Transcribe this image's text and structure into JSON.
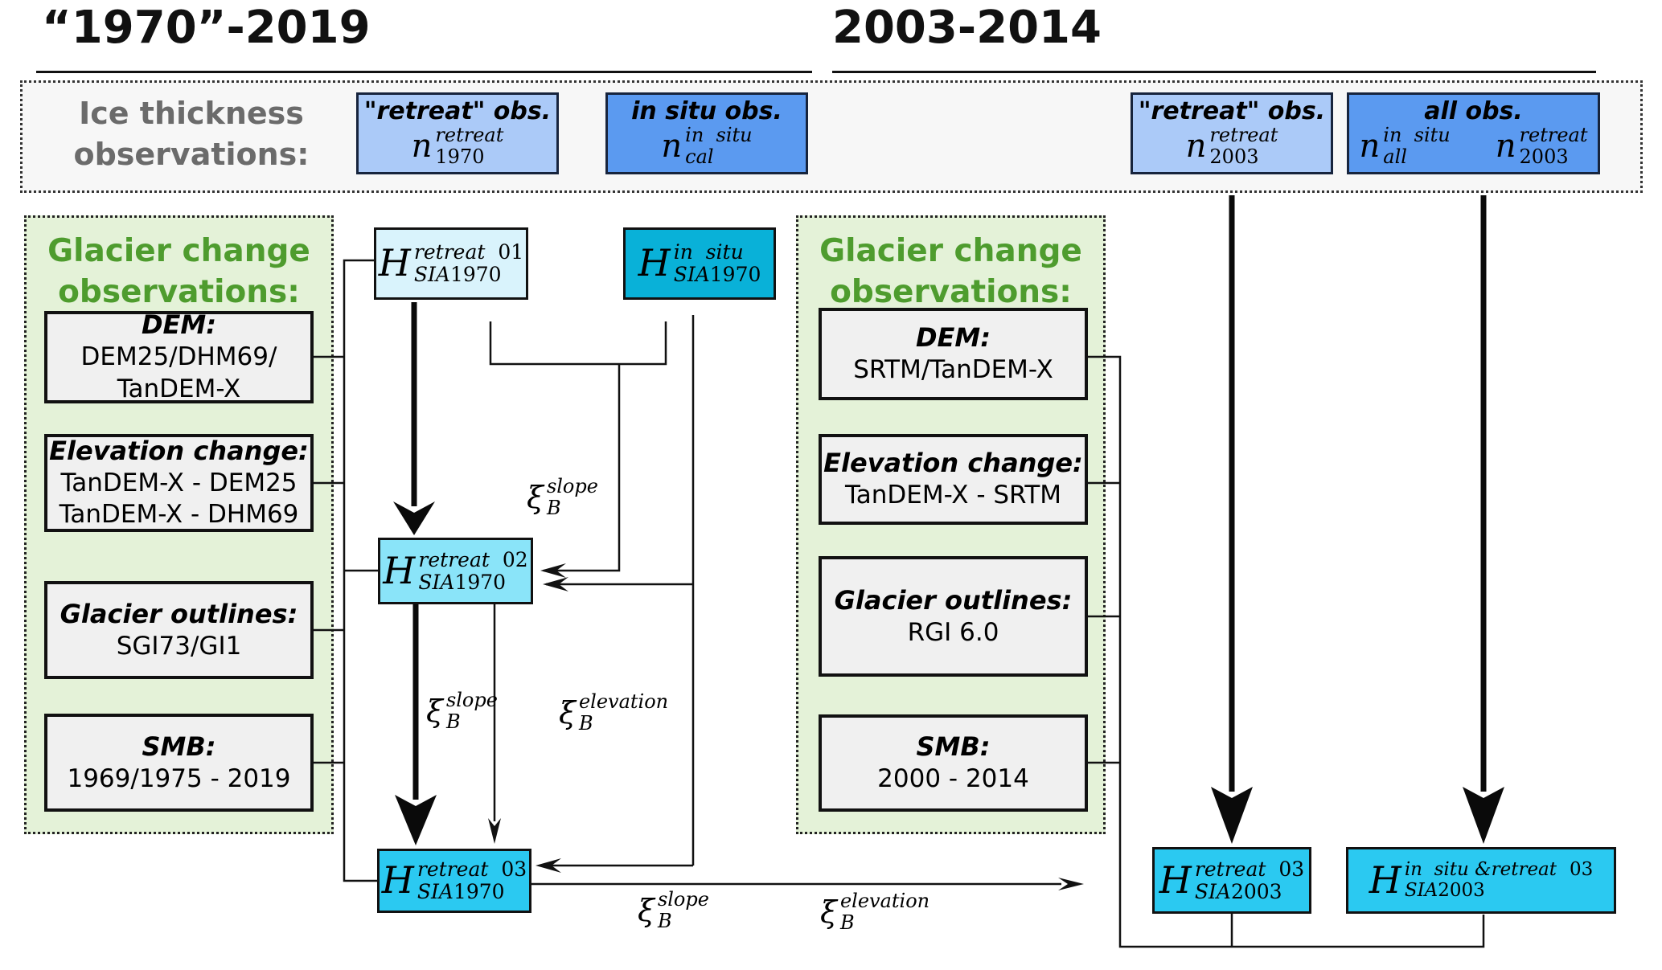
{
  "colors": {
    "light_blue": "#abcaf8",
    "medium_blue": "#5b9af0",
    "pale_cyan": "#d9f3fc",
    "teal_cyan": "#09b1d8",
    "light_cyan": "#8ae4f9",
    "bright_cyan": "#2bc9f1",
    "green_text": "#4e9c2e",
    "green_panel_bg": "#e4f2d8",
    "gray_box_bg": "#f0f0f0",
    "ice_panel_bg": "#f7f7f7",
    "gray_label_text": "#6b6b6b",
    "line_color": "#111111"
  },
  "header": {
    "left_title": "“1970”-2019",
    "right_title": "2003-2014"
  },
  "ice_obs": {
    "label_line1": "Ice thickness",
    "label_line2": "observations:",
    "box_retreat_1970": {
      "title": "\"retreat\" obs.",
      "formula": {
        "base": "n",
        "sup_i": "retreat",
        "sup_r": "",
        "sub_i": "",
        "sub_r": "1970"
      }
    },
    "box_insitu_cal": {
      "title": "in situ obs.",
      "formula": {
        "base": "n",
        "sup_i": "in  situ",
        "sup_r": "",
        "sub_i": "cal",
        "sub_r": ""
      }
    },
    "box_retreat_2003": {
      "title": "\"retreat\" obs.",
      "formula": {
        "base": "n",
        "sup_i": "retreat",
        "sup_r": "",
        "sub_i": "",
        "sub_r": "2003"
      }
    },
    "box_all": {
      "title": "all obs.",
      "formula1": {
        "base": "n",
        "sup_i": "in  situ",
        "sup_r": "",
        "sub_i": "all",
        "sub_r": ""
      },
      "formula2": {
        "base": "n",
        "sup_i": "retreat",
        "sup_r": "",
        "sub_i": "",
        "sub_r": "2003"
      }
    }
  },
  "left_panel": {
    "title_line1": "Glacier change",
    "title_line2": "observations:",
    "dem": {
      "heading": "DEM:",
      "line1": "DEM25/DHM69/",
      "line2": "TanDEM-X"
    },
    "elevation": {
      "heading": "Elevation change:",
      "line1": "TanDEM-X - DEM25",
      "line2": "TanDEM-X - DHM69"
    },
    "outlines": {
      "heading": "Glacier outlines:",
      "line1": "SGI73/GI1"
    },
    "smb": {
      "heading": "SMB:",
      "line1": "1969/1975 - 2019"
    }
  },
  "right_panel": {
    "title_line1": "Glacier change",
    "title_line2": "observations:",
    "dem": {
      "heading": "DEM:",
      "line1": "SRTM/TanDEM-X"
    },
    "elevation": {
      "heading": "Elevation change:",
      "line1": "TanDEM-X - SRTM"
    },
    "outlines": {
      "heading": "Glacier outlines:",
      "line1": "RGI 6.0"
    },
    "smb": {
      "heading": "SMB:",
      "line1": "2000 - 2014"
    }
  },
  "h_boxes": {
    "h01": {
      "base": "H",
      "sup_i": "retreat",
      "sup_r": "01",
      "sub_i": "SIA",
      "sub_r": "1970"
    },
    "h_insitu": {
      "base": "H",
      "sup_i": "in  situ",
      "sup_r": "",
      "sub_i": "SIA",
      "sub_r": "1970"
    },
    "h02": {
      "base": "H",
      "sup_i": "retreat",
      "sup_r": "02",
      "sub_i": "SIA",
      "sub_r": "1970"
    },
    "h03": {
      "base": "H",
      "sup_i": "retreat",
      "sup_r": "03",
      "sub_i": "SIA",
      "sub_r": "1970"
    },
    "h03_2003": {
      "base": "H",
      "sup_i": "retreat",
      "sup_r": "03",
      "sub_i": "SIA",
      "sub_r": "2003"
    },
    "h03_all_2003": {
      "base": "H",
      "sup_i": "in  situ &retreat",
      "sup_r": "03",
      "sub_i": "SIA",
      "sub_r": "2003"
    }
  },
  "xi": {
    "slope": {
      "base": "ξ",
      "sup": "slope",
      "sub": "B"
    },
    "elevation": {
      "base": "ξ",
      "sup": "elevation",
      "sub": "B"
    }
  }
}
